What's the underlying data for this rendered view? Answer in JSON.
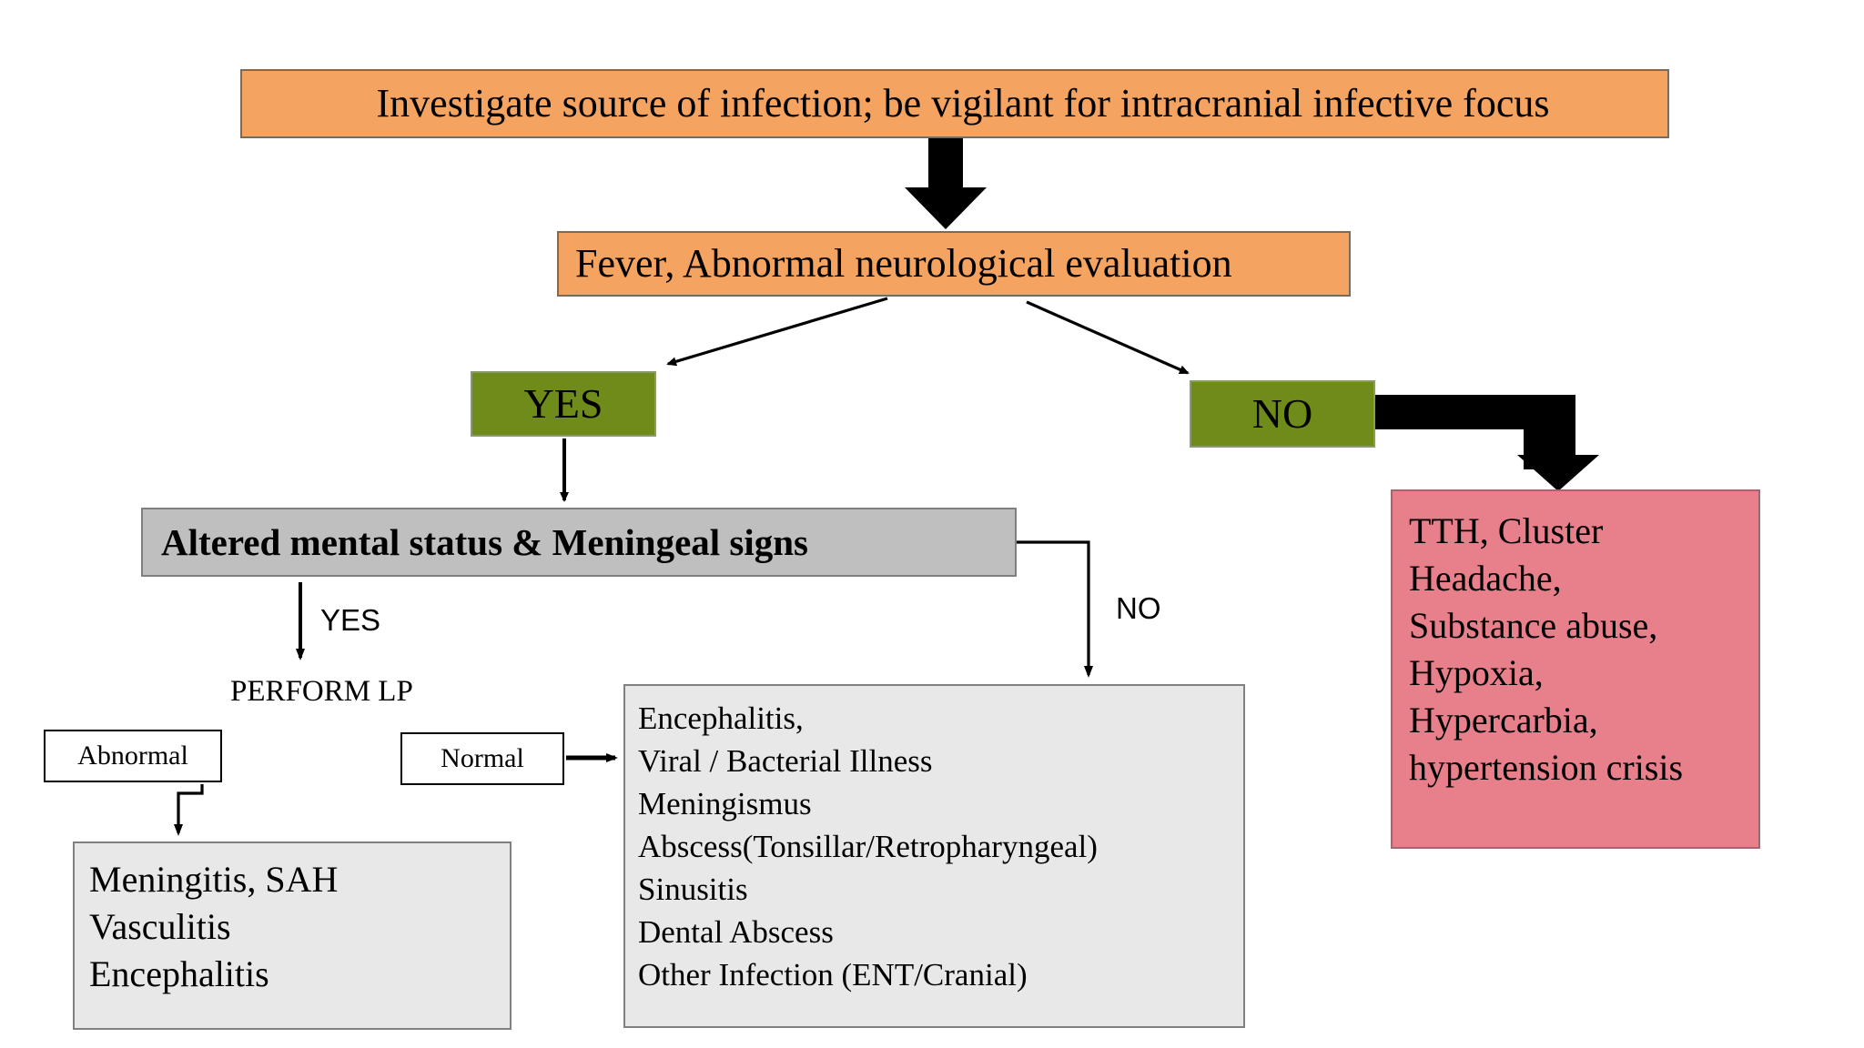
{
  "diagram": {
    "title": "Headache evaluation flowchart",
    "colors": {
      "orange": "#F4A460",
      "green": "#6F8C1B",
      "gray_dark": "#BFBFBF",
      "gray_light": "#E8E8E8",
      "pink": "#E8808C",
      "arrow": "#000000"
    },
    "nodes": {
      "top": {
        "text": "Investigate source of infection; be vigilant for intracranial infective focus"
      },
      "fever": {
        "text": "Fever, Abnormal neurological evaluation"
      },
      "yes": {
        "text": "YES"
      },
      "no": {
        "text": "NO"
      },
      "altered_mental_status": {
        "text": "Altered mental status & Meningeal signs"
      },
      "abnormal": {
        "text": "Abnormal"
      },
      "normal": {
        "text": "Normal"
      },
      "diagnosis": {
        "lines": [
          "Meningitis, SAH",
          "Vasculitis",
          "Encephalitis"
        ],
        "text": "Meningitis, SAH\nVasculitis\nEncephalitis"
      },
      "infection": {
        "lines": [
          "Encephalitis,",
          "Viral / Bacterial Illness",
          "Meningismus",
          "Abscess(Tonsillar/Retropharyngeal)",
          "Sinusitis",
          "Dental Abscess",
          "Other Infection (ENT/Cranial)"
        ],
        "text": "Encephalitis,\nViral / Bacterial Illness\nMeningismus\nAbscess(Tonsillar/Retropharyngeal)\nSinusitis\nDental Abscess\nOther Infection (ENT/Cranial)"
      },
      "headache": {
        "lines": [
          "TTH, Cluster",
          "Headache,",
          "Substance abuse,",
          "Hypoxia,",
          "Hypercarbia,",
          "hypertension crisis"
        ],
        "text": "TTH, Cluster\nHeadache,\nSubstance abuse,\nHypoxia,\nHypercarbia,\nhypertension crisis"
      }
    },
    "edge_labels": {
      "yes_branch": "YES",
      "perform_lp": "PERFORM LP",
      "no_branch": "NO"
    }
  }
}
